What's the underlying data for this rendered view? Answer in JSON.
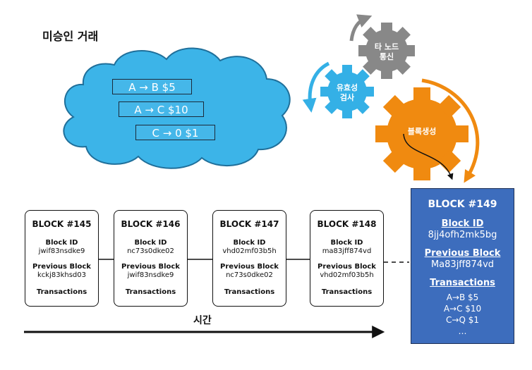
{
  "pending": {
    "title": "미승인 거래",
    "transactions": [
      "A → B  $5",
      "A → C  $10",
      "C → 0  $1"
    ]
  },
  "gears": {
    "other_nodes": [
      "타 노드",
      "통신"
    ],
    "validation": [
      "유효성",
      "검사"
    ],
    "block_creation": "블록생성"
  },
  "chain": [
    {
      "title": "BLOCK #145",
      "id_label": "Block ID",
      "id": "jwif83nsdke9",
      "prev_label": "Previous Block",
      "prev": "kckj83khsd03",
      "tx_label": "Transactions"
    },
    {
      "title": "BLOCK #146",
      "id_label": "Block ID",
      "id": "nc73s0dke02",
      "prev_label": "Previous Block",
      "prev": "jwif83nsdke9",
      "tx_label": "Transactions"
    },
    {
      "title": "BLOCK #147",
      "id_label": "Block ID",
      "id": "vhd02mf03b5h",
      "prev_label": "Previous Block",
      "prev": "nc73s0dke02",
      "tx_label": "Transactions"
    },
    {
      "title": "BLOCK #148",
      "id_label": "Block ID",
      "id": "ma83jff874vd",
      "prev_label": "Previous Block",
      "prev": "vhd02mf03b5h",
      "tx_label": "Transactions"
    }
  ],
  "new_block": {
    "title": "BLOCK #149",
    "id_label": "Block ID",
    "id": "8jj4ofh2mk5bg",
    "prev_label": "Previous Block",
    "prev": "Ma83jff874vd",
    "tx_label": "Transactions",
    "transactions": [
      "A→B $5",
      "A→C $10",
      "C→Q $1",
      "…"
    ]
  },
  "time_label": "시간",
  "colors": {
    "cloud": "#3cb4e8",
    "cloud_outline": "#1f6f9a",
    "gear_gray": "#888888",
    "gear_blue": "#34b0e6",
    "gear_orange": "#f08a10",
    "new_block": "#3d6dbd"
  }
}
